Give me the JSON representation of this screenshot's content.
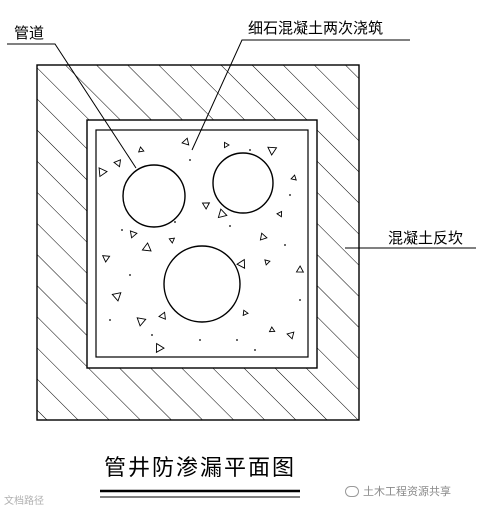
{
  "labels": {
    "pipe": "管道",
    "fill": "细石混凝土两次浇筑",
    "curb": "混凝土反坎"
  },
  "title": "管井防渗漏平面图",
  "watermarks": {
    "left": "文档路径",
    "right": "土木工程资源共享"
  },
  "icons": [
    "wechat-icon"
  ],
  "colors": {
    "line": "#000000",
    "background": "#ffffff"
  }
}
